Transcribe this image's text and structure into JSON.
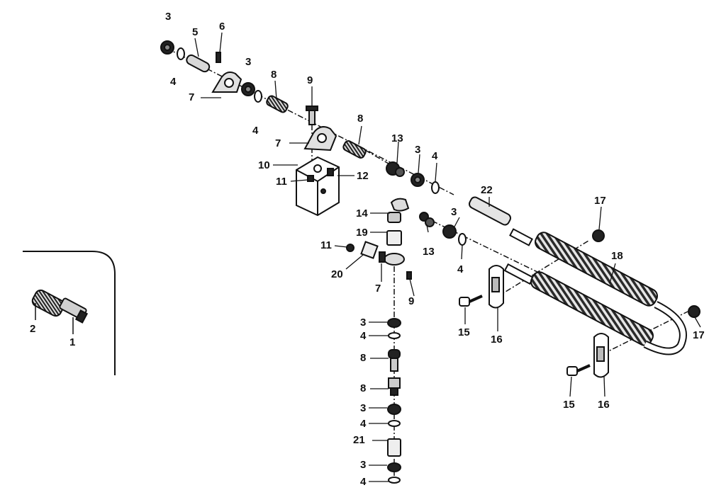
{
  "diagram": {
    "callouts": [
      "1",
      "2",
      "3",
      "4",
      "5",
      "6",
      "7",
      "8",
      "9",
      "10",
      "11",
      "12",
      "13",
      "14",
      "15",
      "16",
      "17",
      "18",
      "19",
      "20",
      "21",
      "22"
    ]
  },
  "colors": {
    "ink": "#111111",
    "paper": "#ffffff",
    "metal": "#bdbdbd",
    "dark": "#555555"
  }
}
